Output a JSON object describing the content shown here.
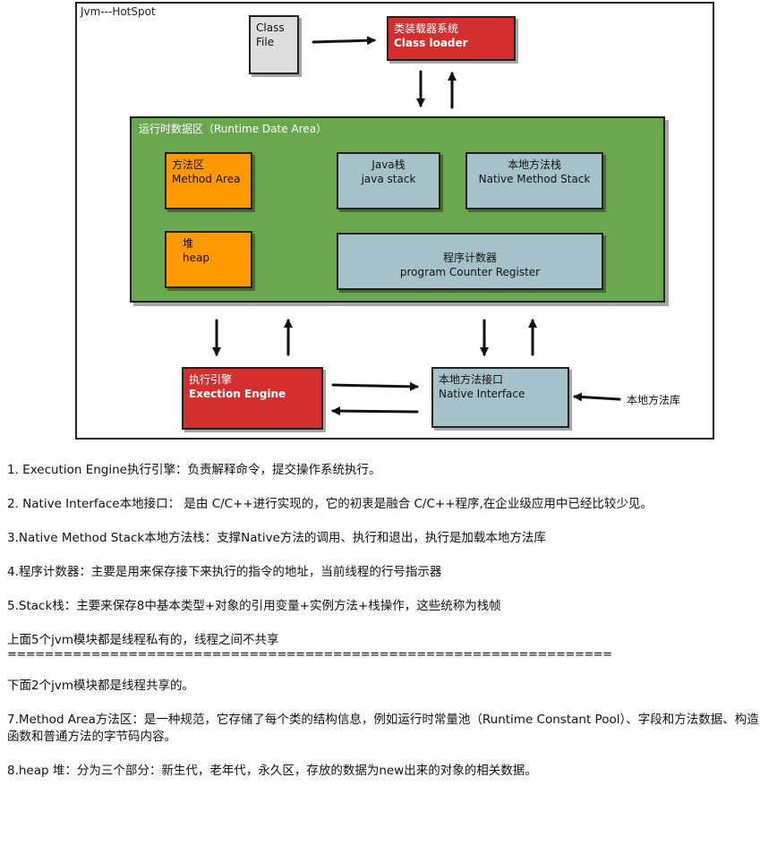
{
  "diagram": {
    "frame_title": "Jvm---HotSpot",
    "class_file": [
      "Class",
      "File"
    ],
    "class_loader": [
      "类装载器系统",
      "Class loader"
    ],
    "runtime_area": "运行时数据区（Runtime Date Area）",
    "method_area": [
      "方法区",
      "Method Area"
    ],
    "java_stack": [
      "Java栈",
      "java stack"
    ],
    "native_method_stack": [
      "本地方法栈",
      "Native Method Stack"
    ],
    "heap": [
      "堆",
      "heap"
    ],
    "pc_register": [
      "程序计数器",
      "program Counter Register"
    ],
    "exec_engine": [
      "执行引擎",
      "Exection Engine"
    ],
    "native_interface": [
      "本地方法接口",
      "Native Interface"
    ],
    "native_library": "本地方法库",
    "colors": {
      "red": "#d32f2f",
      "green": "#6aa84f",
      "orange": "#ff9900",
      "blue_gray": "#a4c2c8",
      "gray": "#dddddd"
    }
  },
  "notes": [
    "1. Execution Engine执行引擎：负责解释命令，提交操作系统执行。",
    "2. Native Interface本地接口： 是由 C/C++进行实现的，它的初衷是融合 C/C++程序,在企业级应用中已经比较少见。",
    "3.Native Method Stack本地方法栈：支撑Native方法的调用、执行和退出，执行是加载本地方法库",
    "4.程序计数器：主要是用来保存接下来执行的指令的地址，当前线程的行号指示器",
    "5.Stack栈：主要来保存8中基本类型+对象的引用变量+实例方法+栈操作，这些统称为栈帧",
    "上面5个jvm模块都是线程私有的，线程之间不共享",
    "=================================================================",
    "下面2个jvm模块都是线程共享的。",
    "7.Method Area方法区：是一种规范，它存储了每个类的结构信息，例如运行时常量池（Runtime Constant Pool）、字段和方法数据、构造函数和普通方法的字节码内容。",
    "8.heap 堆：分为三个部分：新生代，老年代，永久区，存放的数据为new出来的对象的相关数据。"
  ]
}
